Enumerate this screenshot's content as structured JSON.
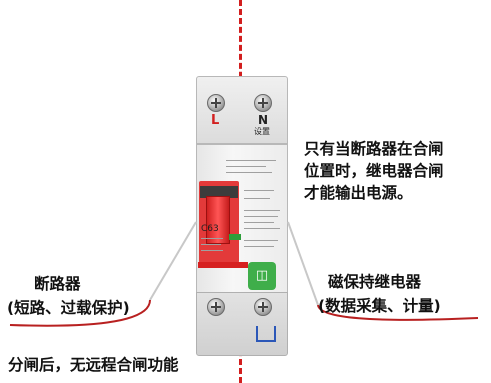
{
  "device": {
    "left_terminal": "L",
    "right_terminal": "N",
    "right_terminal_sub": "设置",
    "rating": "C63",
    "mi_icon": "mi-home-icon"
  },
  "callouts": {
    "top_right_line1": "只有当断路器在合闸",
    "top_right_line2": "位置时，继电器合闸",
    "top_right_line3": "才能输出电源。",
    "left_line1": "断路器",
    "left_line2": "(短路、过载保护)",
    "right_line1": "磁保持继电器",
    "right_line2": "(数据采集、计量)",
    "bottom_left": "分闸后，无远程合闸功能"
  },
  "colors": {
    "accent_red": "#d21e1e",
    "led_green": "#2e9e3a",
    "mi_green": "#3fae4a"
  }
}
